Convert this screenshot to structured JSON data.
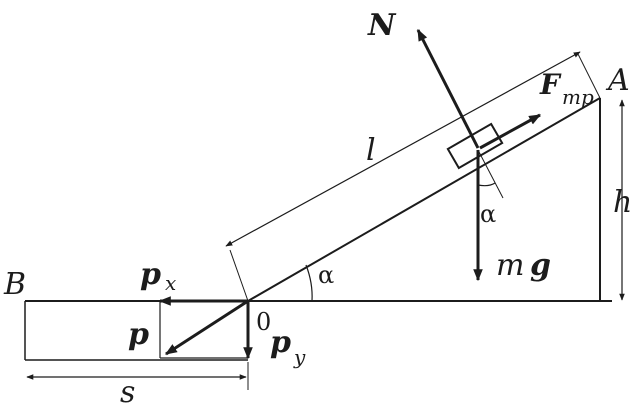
{
  "labels": {
    "N": "N",
    "F": "F",
    "F_sub": "тр",
    "A": "A",
    "h": "h",
    "l": "l",
    "alpha_top": "α",
    "alpha_bottom": "α",
    "mg_m": "m",
    "mg_g": "g",
    "B": "B",
    "px": "p",
    "px_sub": "x",
    "p": "p",
    "zero": "0",
    "py": "p",
    "py_sub": "y",
    "s": "s"
  }
}
